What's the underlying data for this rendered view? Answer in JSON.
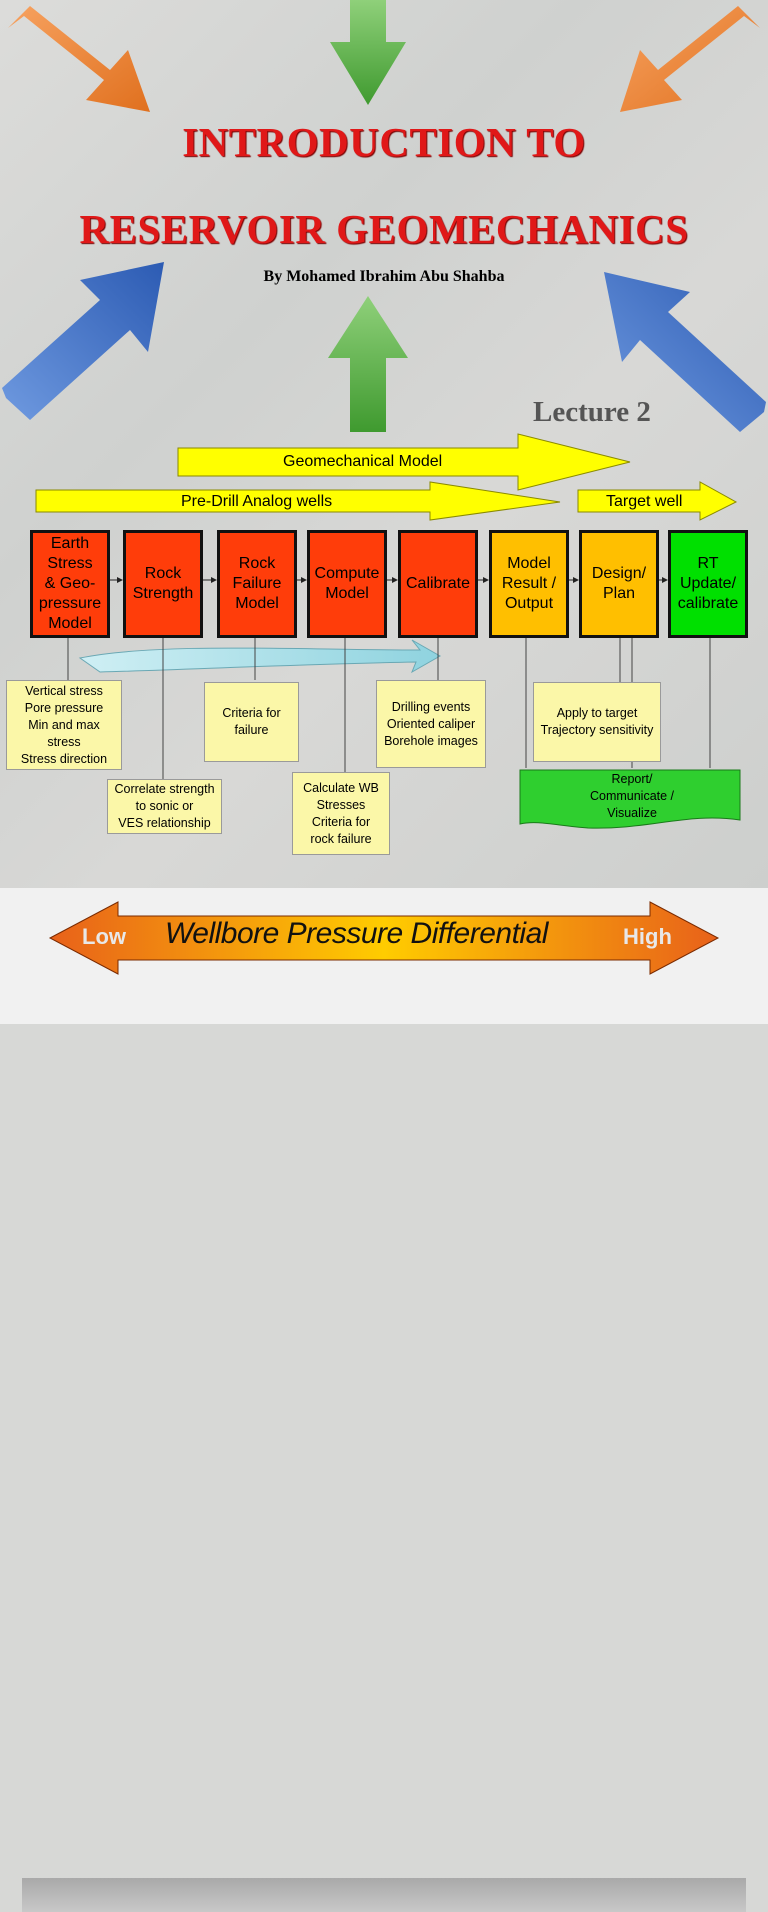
{
  "title_line1": "INTRODUCTION TO",
  "title_line2": "RESERVOIR GEOMECHANICS",
  "author": "By Mohamed Ibrahim Abu Shahba",
  "lecture": "Lecture 2",
  "flow": {
    "top_arrow_label": "Geomechanical Model",
    "pre_drill_label": "Pre-Drill Analog wells",
    "target_label": "Target well",
    "steps": [
      "Earth\nStress\n& Geo-\npressure\nModel",
      "Rock\nStrength",
      "Rock\nFailure\nModel",
      "Compute\nModel",
      "Calibrate",
      "Model\nResult /\nOutput",
      "Design/\nPlan",
      "RT\nUpdate/\ncalibrate"
    ],
    "notes": {
      "stress": "Vertical stress\nPore pressure\nMin and max\nstress\nStress direction",
      "correlate": "Correlate strength\nto sonic or\nVES relationship",
      "criteria": "Criteria for\nfailure",
      "calculate": "Calculate WB\nStresses\nCriteria for\nrock failure",
      "drilling": "Drilling events\nOriented caliper\nBorehole images",
      "apply": "Apply to target\nTrajectory sensitivity",
      "report": "Report/\nCommunicate /\nVisualize"
    }
  },
  "banner": {
    "low": "Low",
    "title": "Wellbore Pressure Differential",
    "high": "High"
  },
  "colors": {
    "title_red": "#e01818",
    "step_red": "#ff3d0a",
    "step_orange": "#ffbf00",
    "step_green": "#00e000",
    "note_yellow": "#fbf7a8",
    "arrow_yellow": "#ffff00"
  }
}
